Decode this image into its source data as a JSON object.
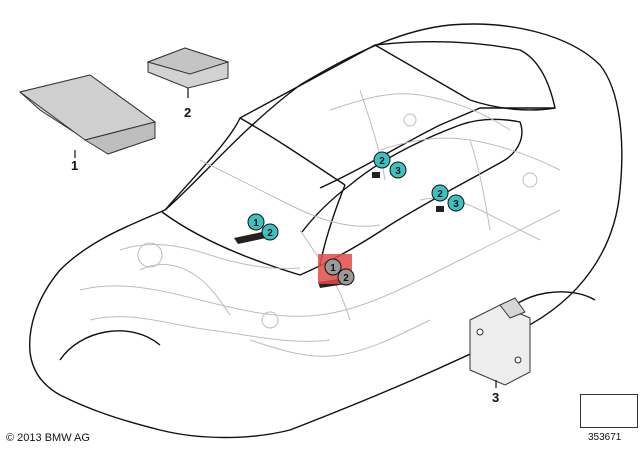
{
  "diagram": {
    "parts": [
      {
        "number": "1",
        "label": "1"
      },
      {
        "number": "2",
        "label": "2"
      },
      {
        "number": "3",
        "label": "3"
      }
    ],
    "callouts": {
      "front_left": [
        "1",
        "2"
      ],
      "center_highlight": [
        "1",
        "2"
      ],
      "rear_upper": [
        "2",
        "3"
      ],
      "rear_lower": [
        "2",
        "3"
      ]
    },
    "copyright": "© 2013 BMW AG",
    "reference_number": "353671"
  },
  "colors": {
    "callout_teal": "#3cc1c1",
    "callout_gray": "#9a9a9a",
    "highlight_red": "#e24a4a",
    "outline": "#111111",
    "wiring": "#bdbdbd"
  }
}
